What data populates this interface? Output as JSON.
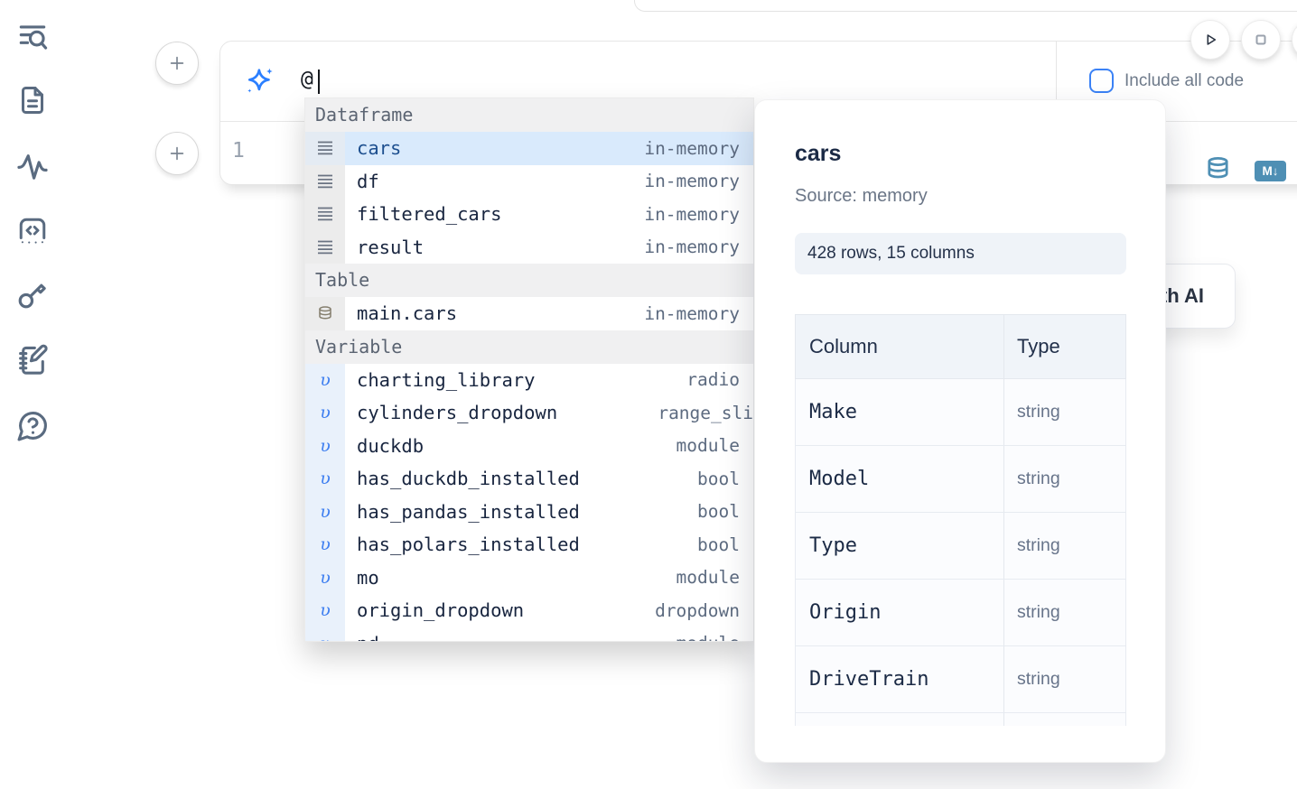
{
  "colors": {
    "accent_blue": "#3b82f6",
    "selection_bg": "#d9eafc",
    "steel_blue": "#4e8fb4",
    "text_dark": "#1b2a45",
    "text_muted": "#64748b"
  },
  "sidebar": {
    "items": [
      {
        "icon": "list-search-icon"
      },
      {
        "icon": "file-text-icon"
      },
      {
        "icon": "activity-icon"
      },
      {
        "icon": "code-square-icon"
      },
      {
        "icon": "key-icon"
      },
      {
        "icon": "notebook-pen-icon"
      },
      {
        "icon": "help-bubble-icon"
      }
    ]
  },
  "cell": {
    "prompt_value": "@",
    "include_all_code_label": "Include all code",
    "include_all_code_checked": false,
    "line_number": "1",
    "markdown_badge": "M↓"
  },
  "ai_button_label": "Generate with AI",
  "autocomplete": {
    "sections": [
      {
        "label": "Dataframe",
        "items": [
          {
            "name": "cars",
            "type": "in-memory",
            "icon": "rows-icon",
            "selected": true
          },
          {
            "name": "df",
            "type": "in-memory",
            "icon": "rows-icon"
          },
          {
            "name": "filtered_cars",
            "type": "in-memory",
            "icon": "rows-icon"
          },
          {
            "name": "result",
            "type": "in-memory",
            "icon": "rows-icon"
          }
        ]
      },
      {
        "label": "Table",
        "items": [
          {
            "name": "main.cars",
            "type": "in-memory",
            "icon": "database-icon"
          }
        ]
      },
      {
        "label": "Variable",
        "items": [
          {
            "name": "charting_library",
            "type": "radio",
            "icon": "variable-icon"
          },
          {
            "name": "cylinders_dropdown",
            "type": "range_sli",
            "icon": "variable-icon"
          },
          {
            "name": "duckdb",
            "type": "module",
            "icon": "variable-icon"
          },
          {
            "name": "has_duckdb_installed",
            "type": "bool",
            "icon": "variable-icon"
          },
          {
            "name": "has_pandas_installed",
            "type": "bool",
            "icon": "variable-icon"
          },
          {
            "name": "has_polars_installed",
            "type": "bool",
            "icon": "variable-icon"
          },
          {
            "name": "mo",
            "type": "module",
            "icon": "variable-icon"
          },
          {
            "name": "origin_dropdown",
            "type": "dropdown",
            "icon": "variable-icon"
          },
          {
            "name": "pd",
            "type": "module",
            "icon": "variable-icon"
          }
        ]
      }
    ]
  },
  "preview": {
    "title": "cars",
    "source": "Source: memory",
    "shape_badge": "428 rows, 15 columns",
    "table": {
      "headers": [
        "Column",
        "Type"
      ],
      "rows": [
        [
          "Make",
          "string"
        ],
        [
          "Model",
          "string"
        ],
        [
          "Type",
          "string"
        ],
        [
          "Origin",
          "string"
        ],
        [
          "DriveTrain",
          "string"
        ]
      ]
    }
  }
}
